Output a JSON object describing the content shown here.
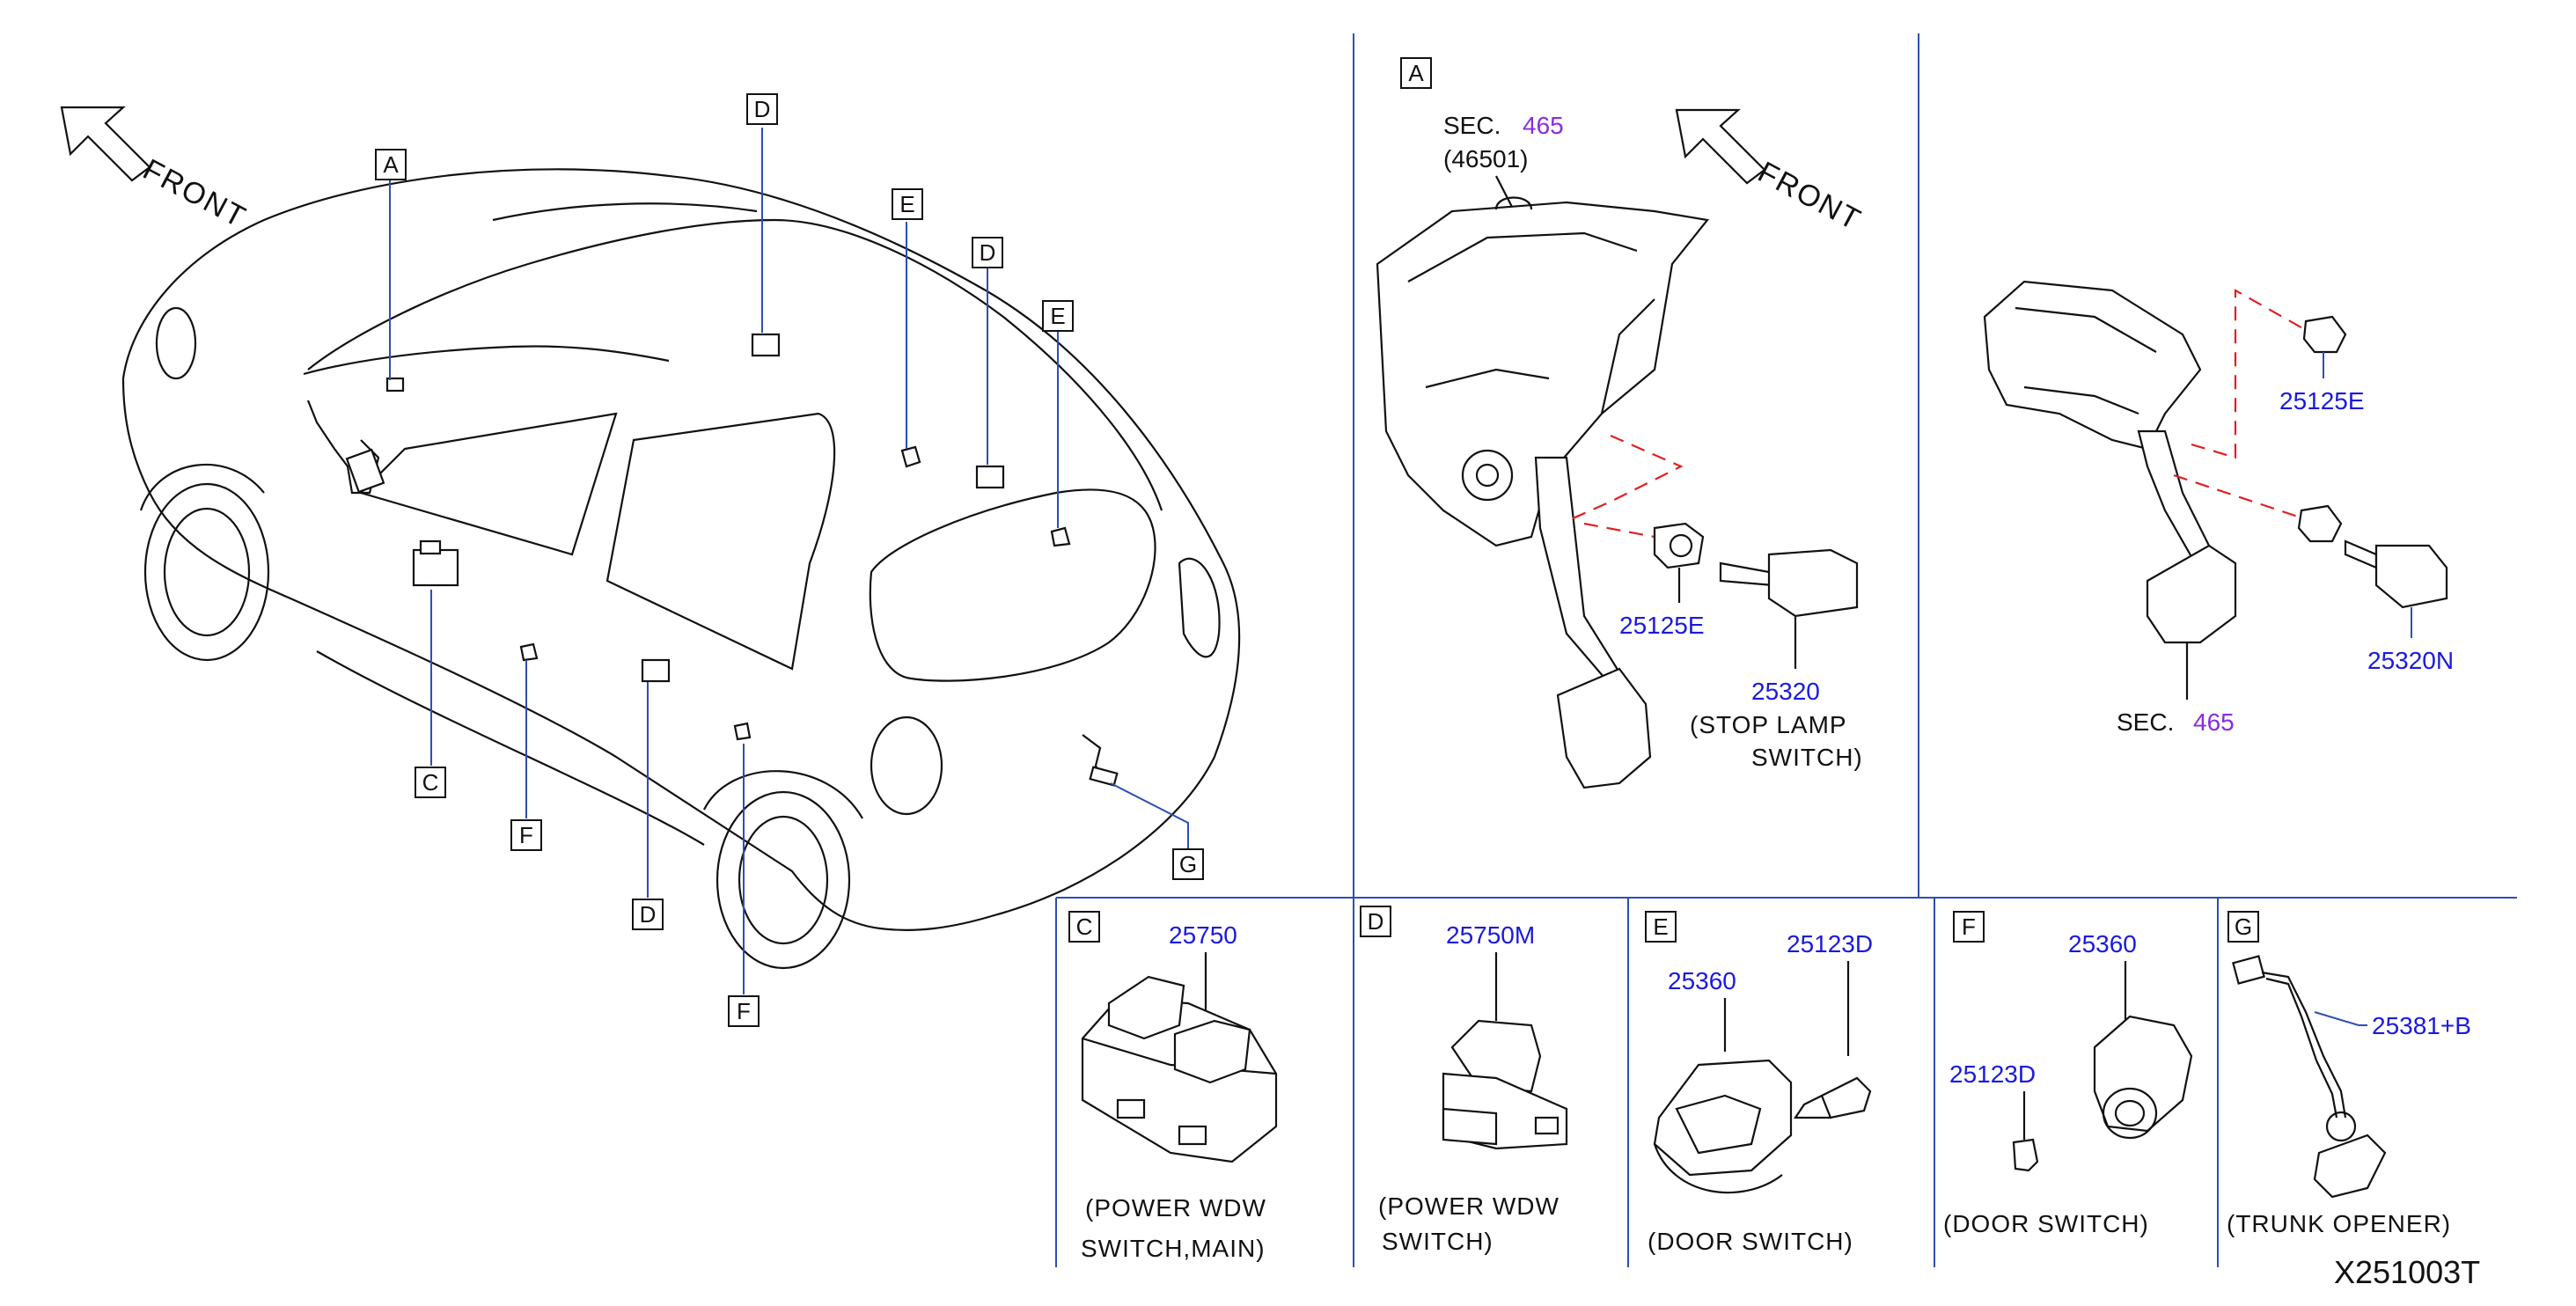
{
  "diagram_code": "X251003T",
  "front_label": "FRONT",
  "callouts": {
    "A": "A",
    "C": "C",
    "D": "D",
    "E": "E",
    "F": "F",
    "G": "G"
  },
  "panel_a": {
    "sec_prefix": "SEC.",
    "sec_number": "465",
    "sec_sub": "(46501)",
    "part_25125e": "25125E",
    "part_25320": "25320",
    "stop_lamp_1": "(STOP   LAMP",
    "stop_lamp_2": "SWITCH)"
  },
  "panel_a2": {
    "part_25125e": "25125E",
    "part_25320n": "25320N",
    "sec_prefix": "SEC.",
    "sec_number": "465"
  },
  "panel_c": {
    "letter": "C",
    "part": "25750",
    "desc_1": "(POWER   WDW",
    "desc_2": "SWITCH,MAIN)"
  },
  "panel_d": {
    "letter": "D",
    "part": "25750M",
    "desc_1": "(POWER   WDW",
    "desc_2": "SWITCH)"
  },
  "panel_e": {
    "letter": "E",
    "part_a": "25360",
    "part_b": "25123D",
    "desc": "(DOOR   SWITCH)"
  },
  "panel_f": {
    "letter": "F",
    "part_a": "25360",
    "part_b": "25123D",
    "desc": "(DOOR   SWITCH)"
  },
  "panel_g": {
    "letter": "G",
    "part": "25381+B",
    "desc": "(TRUNK   OPENER)"
  },
  "colors": {
    "part_number": "#1a1adf",
    "section_number": "#8a2be2",
    "leader": "#2c4fb3",
    "dashed": "#e02020",
    "divider": "#2c4fb3"
  }
}
